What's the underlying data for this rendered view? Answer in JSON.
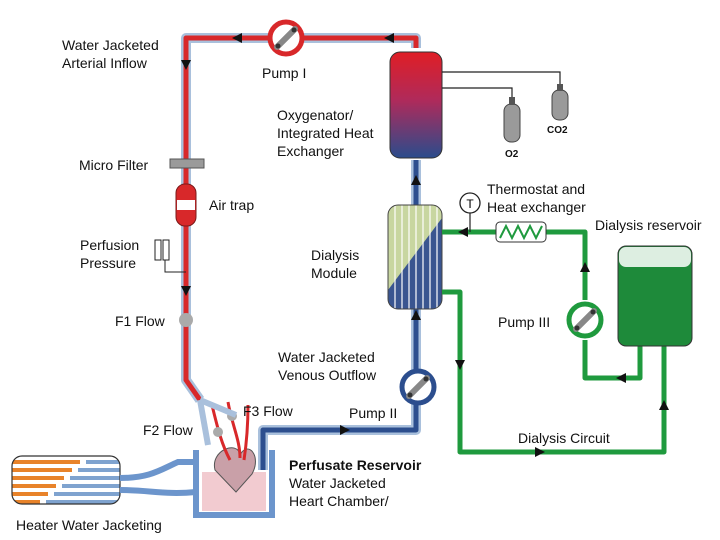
{
  "labels": {
    "arterial_inflow": [
      "Water Jacketed",
      "Arterial Inflow"
    ],
    "pump1": "Pump I",
    "oxygenator": [
      "Oxygenator/",
      "Integrated Heat",
      "Exchanger"
    ],
    "o2": "O2",
    "co2": "CO2",
    "micro_filter": "Micro Filter",
    "air_trap": "Air trap",
    "perfusion_pressure": [
      "Perfusion",
      "Pressure"
    ],
    "thermostat": [
      "Thermostat and",
      "Heat exchanger"
    ],
    "thermo_symbol": "T",
    "dialysis_reservoir": "Dialysis reservoir",
    "dialysis_module": [
      "Dialysis",
      "Module"
    ],
    "f1_flow": "F1 Flow",
    "pump3": "Pump III",
    "venous_outflow": [
      "Water Jacketed",
      "Venous Outflow"
    ],
    "f3_flow": "F3 Flow",
    "pump2": "Pump II",
    "f2_flow": "F2 Flow",
    "dialysis_circuit": "Dialysis Circuit",
    "perfusate_reservoir": "Perfusate Reservoir",
    "heart_chamber": [
      "Water Jacketed",
      "Heart Chamber/"
    ],
    "heater": "Heater Water Jacketing"
  },
  "colors": {
    "arterial_red": "#d8282a",
    "venous_blue": "#2c4e8e",
    "jacket_light_blue": "#9fb8d8",
    "dialysis_green": "#1f9a3e",
    "reservoir_green": "#1e8a3a",
    "heater_orange": "#e8832a",
    "gray": "#9a9a9a"
  }
}
